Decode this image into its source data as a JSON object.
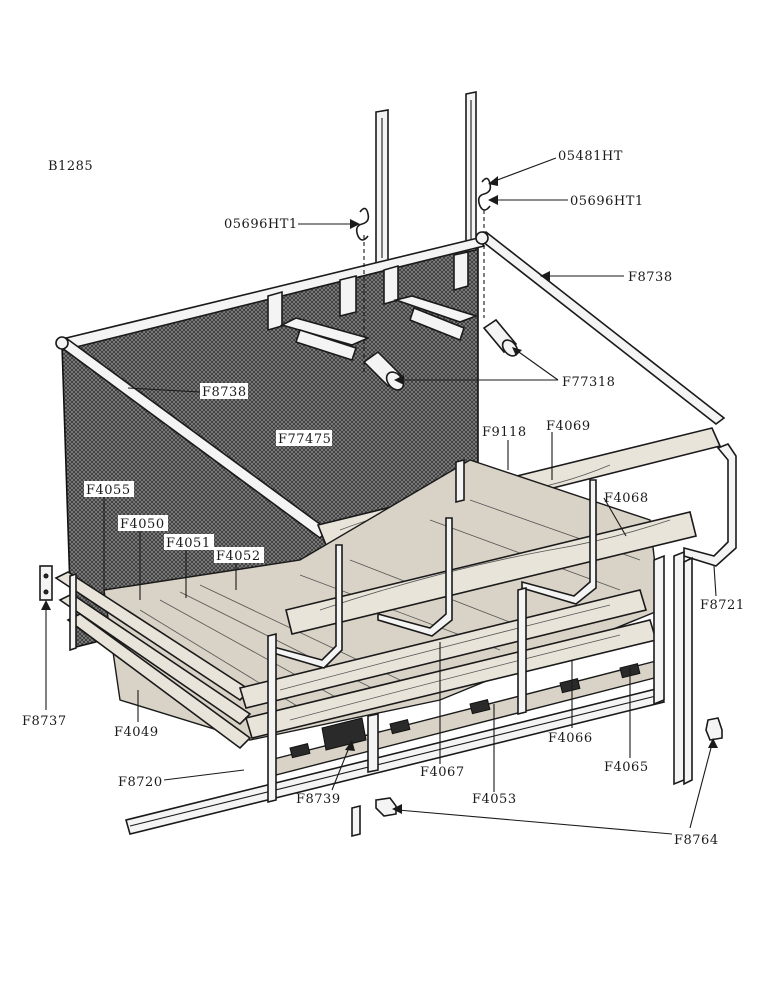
{
  "diagram_id": "B1285",
  "labels": {
    "05481HT": "05481HT",
    "05696HT1_right": "05696HT1",
    "05696HT1_left": "05696HT1",
    "F8738_right": "F8738",
    "F8738_left": "F8738",
    "F77318": "F77318",
    "F77475": "F77475",
    "F9118": "F9118",
    "F4069": "F4069",
    "F4068": "F4068",
    "F4055": "F4055",
    "F4050": "F4050",
    "F4051": "F4051",
    "F4052": "F4052",
    "F8721": "F8721",
    "F8737": "F8737",
    "F4049": "F4049",
    "F4066": "F4066",
    "F4067": "F4067",
    "F4065": "F4065",
    "F8720": "F8720",
    "F8739": "F8739",
    "F4053": "F4053",
    "F8764": "F8764"
  }
}
